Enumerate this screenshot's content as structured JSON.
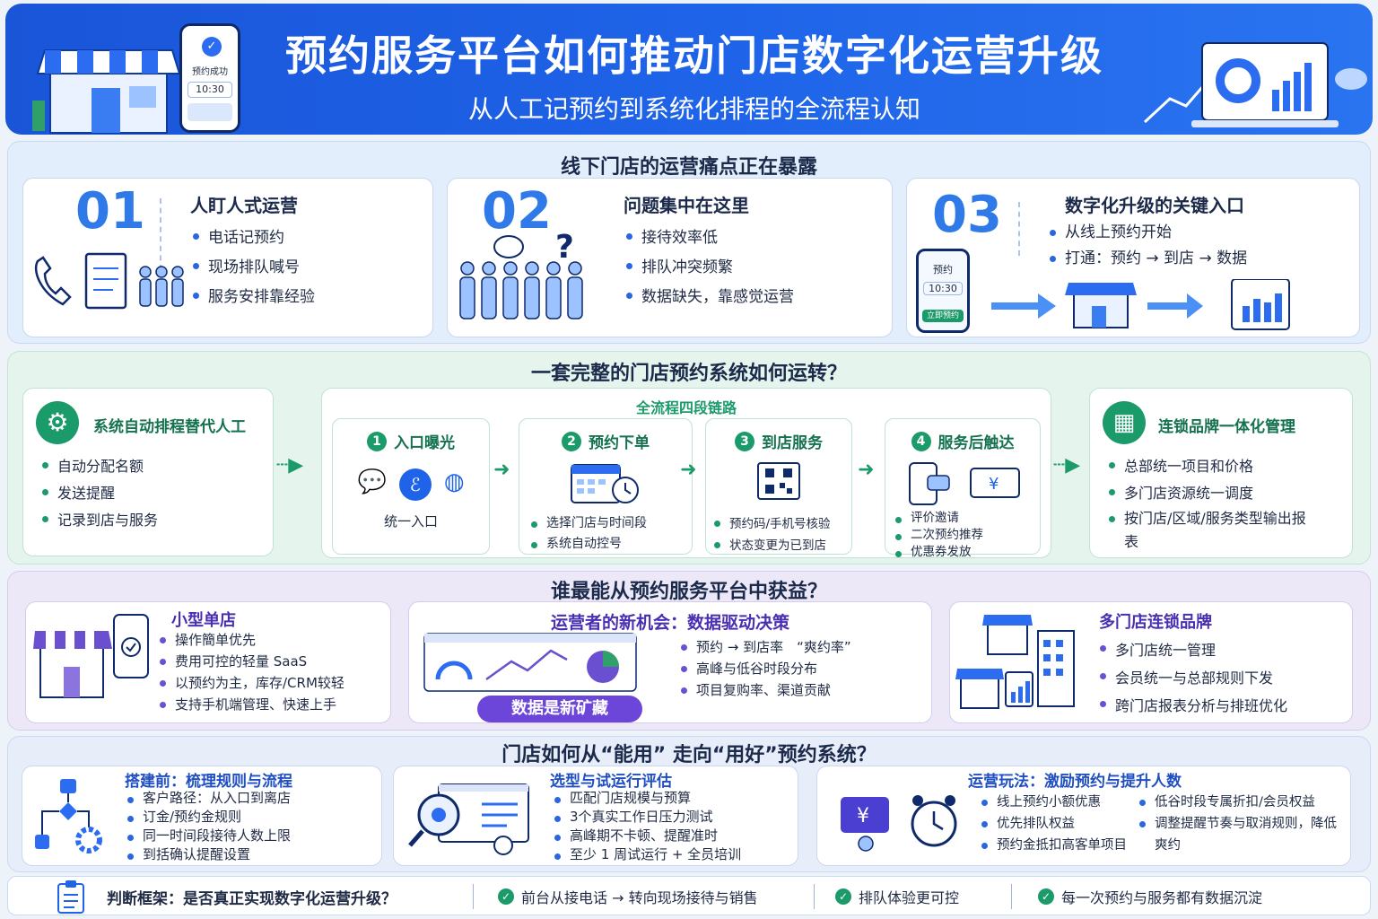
{
  "header": {
    "title": "预约服务平台如何推动门店数字化运营升级",
    "subtitle": "从人工记预约到系统化排程的全流程认知",
    "phone_text": "预约成功",
    "phone_time": "10:30"
  },
  "pain": {
    "title": "线下门店的运营痛点正在暴露",
    "cards": [
      {
        "num": "01",
        "title": "人盯人式运营",
        "items": [
          "电话记预约",
          "现场排队喊号",
          "服务安排靠经验"
        ]
      },
      {
        "num": "02",
        "title": "问题集中在这里",
        "items": [
          "接待效率低",
          "排队冲突频繁",
          "数据缺失，靠感觉运营"
        ]
      },
      {
        "num": "03",
        "title": "数字化升级的关键入口",
        "items": [
          "从线上预约开始",
          "打通：预约 → 到店 → 数据"
        ],
        "phone_label": "预约",
        "phone_time": "10:30",
        "phone_btn": "立即预约"
      }
    ]
  },
  "system": {
    "title": "一套完整的门店预约系统如何运转？",
    "left": {
      "title": "系统自动排程替代人工",
      "items": [
        "自动分配名额",
        "发送提醒",
        "记录到店与服务"
      ]
    },
    "chain_title": "全流程四段链路",
    "stages": [
      {
        "n": "1",
        "title": "入口曝光",
        "items": [],
        "caption": "统一入口"
      },
      {
        "n": "2",
        "title": "预约下单",
        "items": [
          "选择门店与时间段",
          "系统自动控号"
        ]
      },
      {
        "n": "3",
        "title": "到店服务",
        "items": [
          "预约码/手机号核验",
          "状态变更为已到店"
        ]
      },
      {
        "n": "4",
        "title": "服务后触达",
        "items": [
          "评价邀请",
          "二次预约推荐",
          "优惠券发放"
        ]
      }
    ],
    "right": {
      "title": "连锁品牌一体化管理",
      "items": [
        "总部统一项目和价格",
        "多门店资源统一调度",
        "按门店/区域/服务类型输出报表"
      ]
    }
  },
  "benefit": {
    "title": "谁最能从预约服务平台中获益？",
    "small": {
      "title": "小型单店",
      "items": [
        "操作簡单优先",
        "费用可控的轻量 SaaS",
        "以预约为主，库存/CRM较轻",
        "支持手机端管理、快速上手"
      ]
    },
    "ops": {
      "title": "运营者的新机会：数据驱动决策",
      "items": [
        "预约 → 到店率　“爽约率”",
        "高峰与低谷时段分布",
        "项目复购率、渠道贡献"
      ],
      "badge": "数据是新矿藏"
    },
    "chain": {
      "title": "多门店连锁品牌",
      "items": [
        "多门店统一管理",
        "会员统一与总部规则下发",
        "跨门店报表分析与排班优化"
      ]
    }
  },
  "howto": {
    "title": "门店如何从“能用” 走向“用好”预约系统？",
    "before": {
      "title": "搭建前：梳理规则与流程",
      "items": [
        "客户路径：从入口到离店",
        "订金/预约金规则",
        "同一时间段接待人数上限",
        "到括确认提醒设置"
      ]
    },
    "select": {
      "title": "选型与试运行评估",
      "items": [
        "匹配门店规模与预算",
        "3个真实工作日压力测试",
        "高峰期不卡顿、提醒准时",
        "至少 1 周试运行 + 全员培训"
      ]
    },
    "ops": {
      "title": "运营玩法：激励预约与提升人数",
      "items_left": [
        "线上预约小额优惠",
        "优先排队权益",
        "预约金抵扣高客单项目"
      ],
      "items_right": [
        "低谷时段专属折扣/会员权益",
        "调整提醒节奏与取消规则，降低爽约"
      ]
    }
  },
  "footer": {
    "label": "判断框架：是否真正实现数字化运营升级？",
    "checks": [
      "前台从接电话 → 转向现场接待与销售",
      "排队体验更可控",
      "每一次预约与服务都有数据沉淀"
    ]
  }
}
